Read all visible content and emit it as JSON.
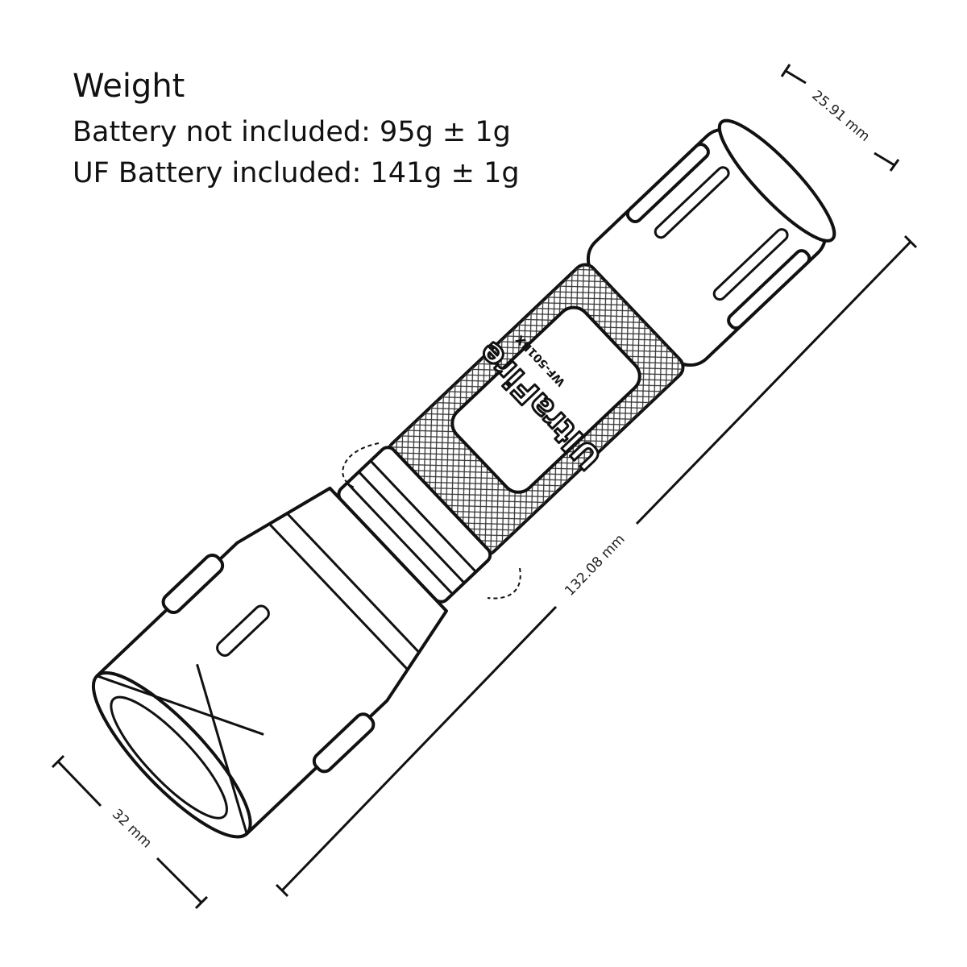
{
  "weight": {
    "title": "Weight",
    "battery_not_included": "Battery not included: 95g ± 1g",
    "uf_battery_included": "UF Battery included: 141g ± 1g"
  },
  "dimensions": {
    "length": "132.08 mm",
    "tail_diameter": "25.91 mm",
    "head_diameter": "32 mm"
  },
  "logo": {
    "brand": "UltraFire",
    "model": "WF-501BX"
  }
}
